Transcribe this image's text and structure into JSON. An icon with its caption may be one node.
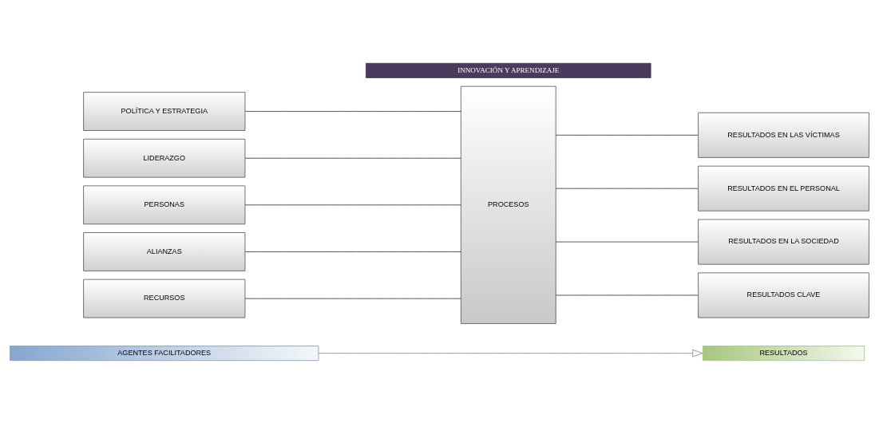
{
  "diagram": {
    "nodes": [
      {
        "text": [
          "AGENTES FACILITADORES"
        ]
      },
      {
        "text": [
          "RESULTADOS"
        ]
      },
      {
        "text": [
          "POLÍTICA Y ESTRATEGIA"
        ]
      },
      {
        "text": [
          "LIDERAZGO"
        ]
      },
      {
        "text": [
          "PERSONAS"
        ]
      },
      {
        "text": [
          "ALIANZAS"
        ]
      },
      {
        "text": [
          "RECURSOS"
        ]
      },
      {
        "text": [
          "PROCESOS"
        ]
      },
      {
        "text": [
          "RESULTADOS EN LAS VÍCTIMAS"
        ]
      },
      {
        "text": [
          "RESULTADOS EN EL PERSONAL"
        ]
      },
      {
        "text": [
          "RESULTADOS EN LA SOCIEDAD"
        ]
      },
      {
        "text": [
          "RESULTADOS CLAVE"
        ]
      },
      {
        "text": [
          "INNOVACIÓN Y APRENDIZAJE"
        ]
      }
    ],
    "edges": [
      {
        "from": 0,
        "to": 1,
        "arrow": "to"
      },
      {
        "from": 2,
        "to": 7,
        "arrow": "none"
      },
      {
        "from": 3,
        "to": 7,
        "arrow": "none"
      },
      {
        "from": 4,
        "to": 7,
        "arrow": "none"
      },
      {
        "from": 5,
        "to": 7,
        "arrow": "none"
      },
      {
        "from": 6,
        "to": 7,
        "arrow": "none"
      },
      {
        "from": 7,
        "to": 8,
        "arrow": "none"
      },
      {
        "from": 7,
        "to": 9,
        "arrow": "none"
      },
      {
        "from": 7,
        "to": 10,
        "arrow": "none"
      },
      {
        "from": 7,
        "to": 11,
        "arrow": "none"
      }
    ]
  }
}
